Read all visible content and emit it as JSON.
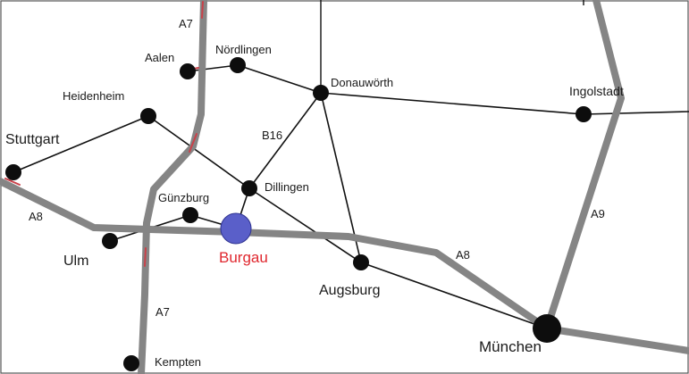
{
  "map": {
    "colors": {
      "background": "#ffffff",
      "motorway": "#858585",
      "motorway_accent": "#c9414a",
      "road": "#111111",
      "city_dot": "#0d0d0d",
      "highlight_dot": "#5a5fc9",
      "highlight_label": "#e0282f"
    },
    "highlight_city": "Burgau",
    "cities": {
      "aalen": "Aalen",
      "noerdlingen": "Nördlingen",
      "donauwoerth": "Donauwörth",
      "ingolstadt": "Ingolstadt",
      "heidenheim": "Heidenheim",
      "stuttgart": "Stuttgart",
      "dillingen": "Dillingen",
      "guenzburg": "Günzburg",
      "ulm": "Ulm",
      "burgau": "Burgau",
      "augsburg": "Augsburg",
      "muenchen": "München",
      "kempten": "Kempten"
    },
    "roads": {
      "a7_north": "A7",
      "a7_south": "A7",
      "a8_west": "A8",
      "a8_east": "A8",
      "a9": "A9",
      "b16": "B16"
    }
  }
}
